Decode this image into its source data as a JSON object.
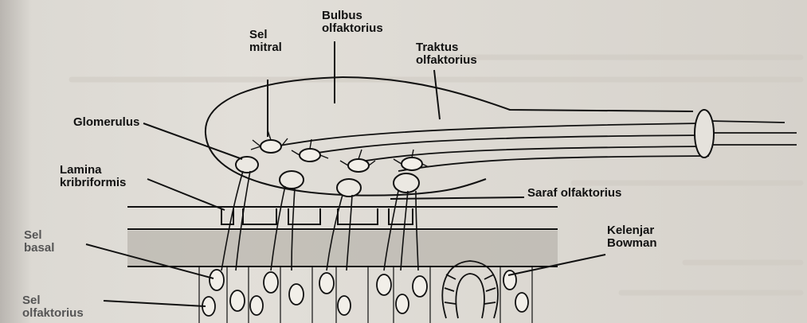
{
  "diagram": {
    "labels": {
      "sel_mitral": "Sel\nmitral",
      "bulbus_olfaktorius": "Bulbus\nolfaktorius",
      "traktus_olfaktorius": "Traktus\nolfaktorius",
      "glomerulus": "Glomerulus",
      "lamina_kribriformis": "Lamina\nkribriformis",
      "saraf_olfaktorius": "Saraf olfaktorius",
      "sel_basal": "Sel\nbasal",
      "kelenjar_bowman": "Kelenjar\nBowman",
      "sel_olfaktorius": "Sel\nolfaktorius"
    }
  }
}
